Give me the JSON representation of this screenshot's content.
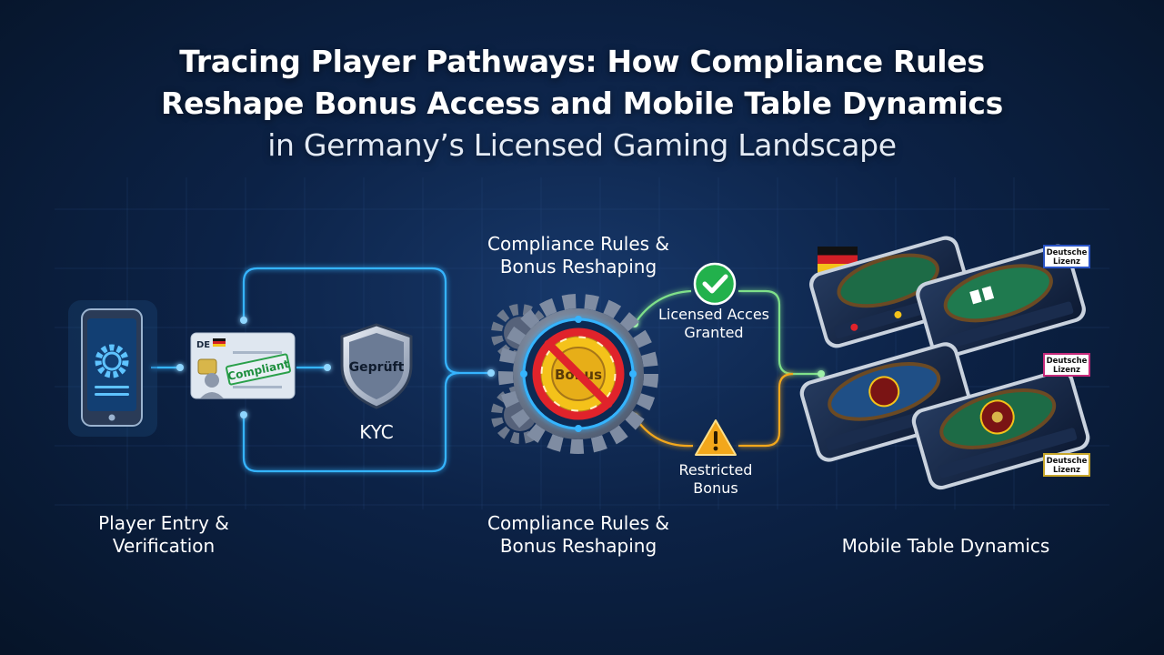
{
  "title": {
    "line1": "Tracing Player Pathways: How Compliance Rules",
    "line2": "Reshape Bonus Access and Mobile Table Dynamics",
    "line3": "in Germany’s Licensed Gaming Landscape"
  },
  "id_card": {
    "country": "DE",
    "stamp": "Compliant"
  },
  "shield": {
    "text": "Geprüft"
  },
  "kyc": "KYC",
  "chip": {
    "text": "Bonus"
  },
  "compliance_top": {
    "line1": "Compliance Rules &",
    "line2": "Bonus Reshaping"
  },
  "compliance_bottom": {
    "line1": "Compliance Rules &",
    "line2": "Bonus Reshaping"
  },
  "granted": {
    "line1": "Licensed Acces",
    "line2": "Granted"
  },
  "restricted": {
    "line1": "Restricted",
    "line2": "Bonus"
  },
  "player_entry": {
    "line1": "Player Entry &",
    "line2": "Verification"
  },
  "mobile": "Mobile Table Dynamics",
  "license_badges": [
    {
      "line1": "Deutsche",
      "line2": "Lizenz"
    },
    {
      "line1": "Deutsche",
      "line2": "Lizenz"
    },
    {
      "line1": "Deutsche",
      "line2": "Lizenz"
    }
  ],
  "colors": {
    "accent": "#35b4ff",
    "success": "#22b14c",
    "warning": "#f2a71b",
    "forbidden": "#e0232b",
    "chip_gold": "#f4c21a"
  }
}
